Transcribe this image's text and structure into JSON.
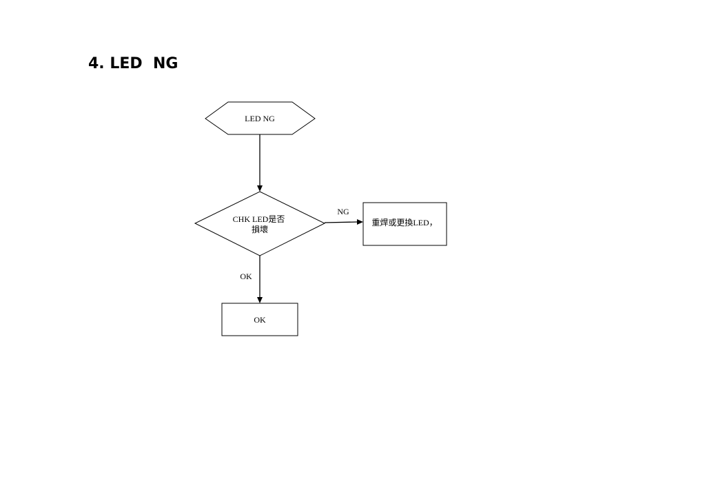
{
  "title": "4. LED  NG",
  "flowchart": {
    "start": {
      "label": "LED NG"
    },
    "decision": {
      "line1": "CHK LED是否",
      "line2": "損壞"
    },
    "ng_action": {
      "label": "重焊或更換LED，"
    },
    "ok_result": {
      "label": "OK"
    },
    "edges": {
      "ng": "NG",
      "ok": "OK"
    }
  }
}
